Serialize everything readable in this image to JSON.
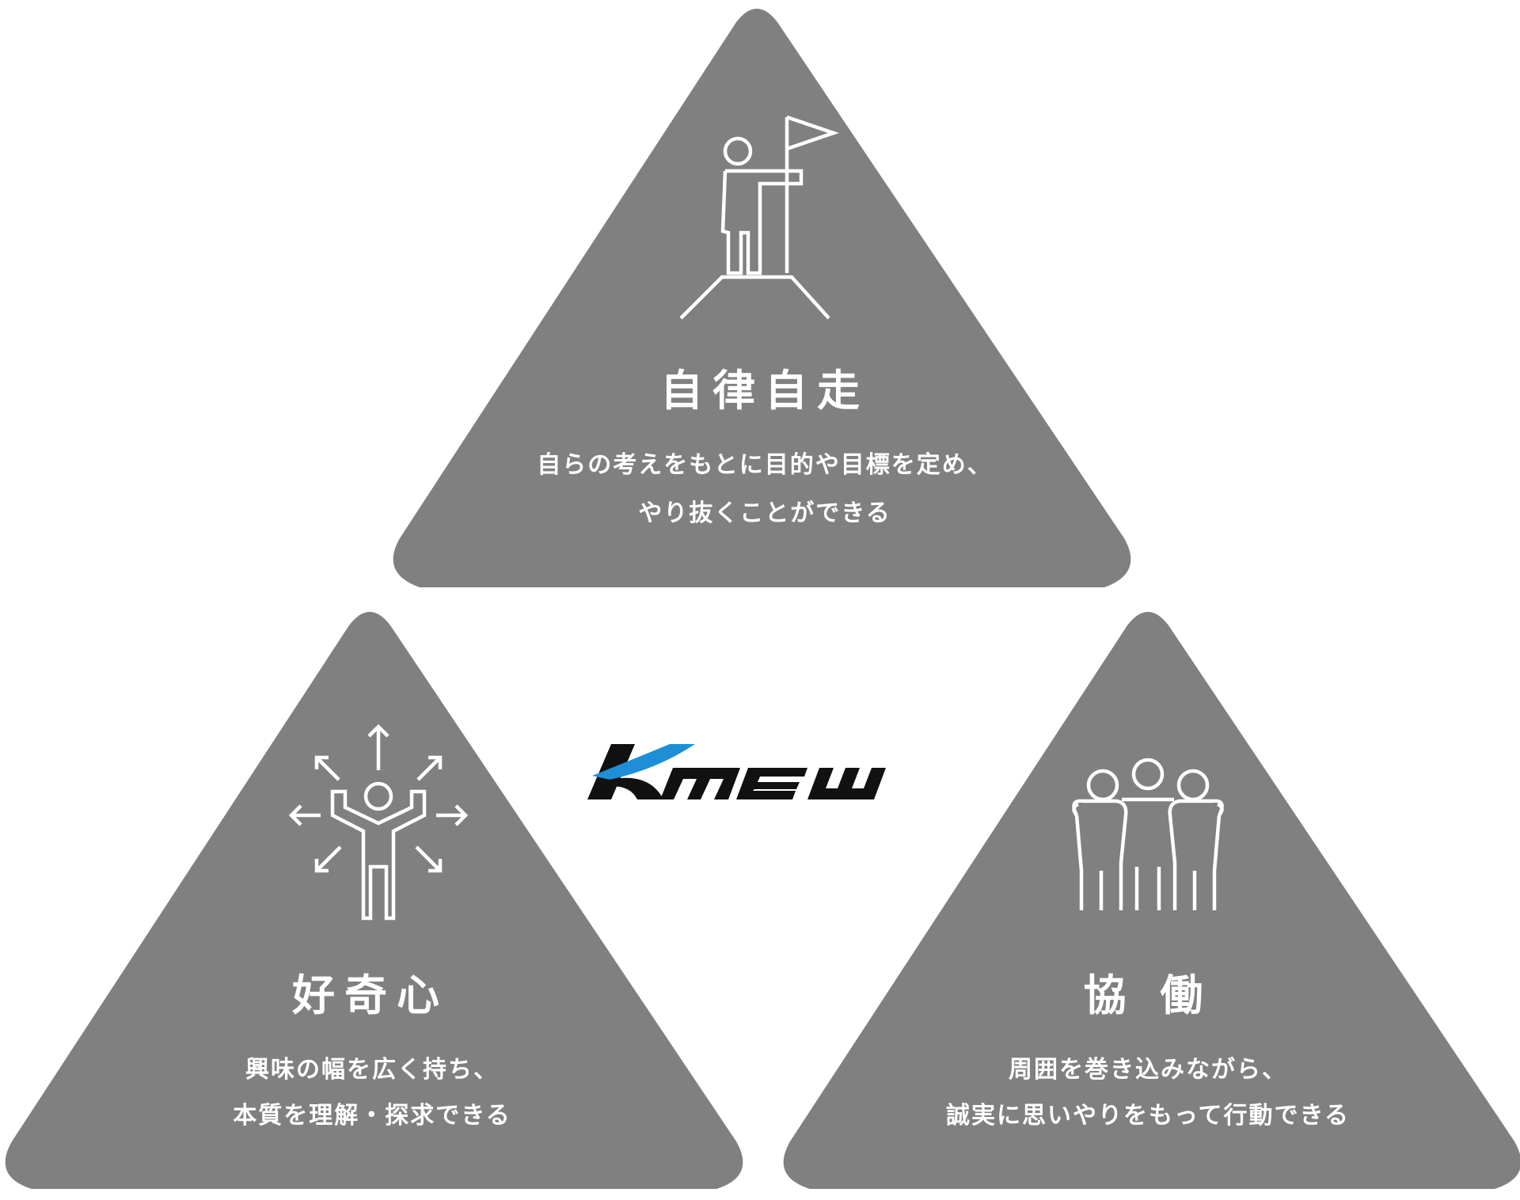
{
  "logo": {
    "text": "KMEW",
    "name": "kmew-logo",
    "accent_color": "#1e8fd6",
    "mark_color": "#111111"
  },
  "colors": {
    "triangle": "#808080",
    "text": "#ffffff",
    "background": "#ffffff"
  },
  "values": [
    {
      "key": "autonomy",
      "icon": "person-with-flag-on-summit-icon",
      "title": "自律自走",
      "lines": [
        "自らの考えをもとに目的や目標を定め、",
        "やり抜くことができる"
      ]
    },
    {
      "key": "curiosity",
      "icon": "person-with-radiating-arrows-icon",
      "title": "好奇心",
      "lines": [
        "興味の幅を広く持ち、",
        "本質を理解・探求できる"
      ]
    },
    {
      "key": "collaboration",
      "icon": "three-people-shoulder-to-shoulder-icon",
      "title": "協 働",
      "lines": [
        "周囲を巻き込みながら、",
        "誠実に思いやりをもって行動できる"
      ]
    }
  ]
}
